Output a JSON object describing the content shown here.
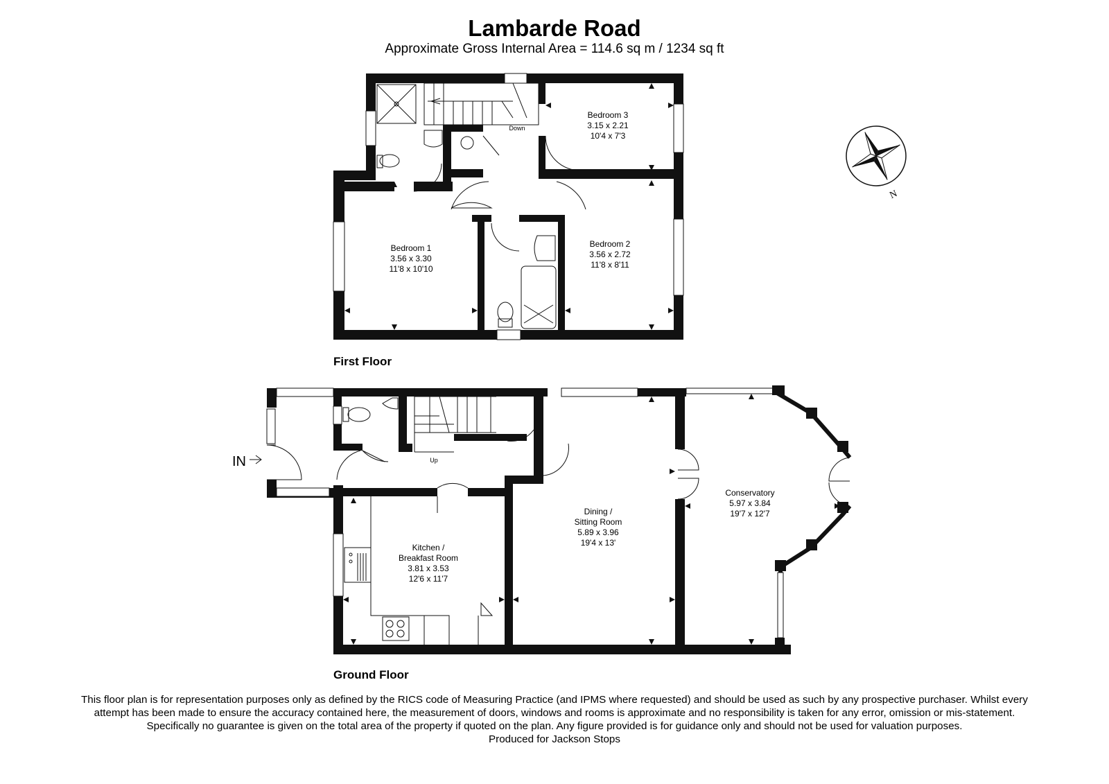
{
  "header": {
    "title": "Lambarde Road",
    "subtitle": "Approximate Gross Internal Area = 114.6 sq m / 1234 sq ft"
  },
  "floors": {
    "first": "First Floor",
    "ground": "Ground Floor"
  },
  "rooms": {
    "bedroom3": {
      "name": "Bedroom 3",
      "metric": "3.15 x 2.21",
      "imperial": "10'4 x 7'3"
    },
    "bedroom1": {
      "name": "Bedroom 1",
      "metric": "3.56 x 3.30",
      "imperial": "11'8 x 10'10"
    },
    "bedroom2": {
      "name": "Bedroom 2",
      "metric": "3.56 x 2.72",
      "imperial": "11'8 x 8'11"
    },
    "kitchen": {
      "name_line1": "Kitchen /",
      "name_line2": "Breakfast Room",
      "metric": "3.81 x 3.53",
      "imperial": "12'6 x 11'7"
    },
    "dining": {
      "name_line1": "Dining /",
      "name_line2": "Sitting Room",
      "metric": "5.89 x 3.96",
      "imperial": "19'4 x 13'"
    },
    "conservatory": {
      "name": "Conservatory",
      "metric": "5.97 x 3.84",
      "imperial": "19'7 x 12'7"
    }
  },
  "labels": {
    "down": "Down",
    "up": "Up",
    "entrance": "IN",
    "compass_north": "N"
  },
  "footer": {
    "disclaimer": "This floor plan is for representation purposes only as defined by the RICS code of Measuring Practice (and IPMS where requested) and should be used as such by any prospective purchaser. Whilst every attempt has been made to ensure the accuracy contained here, the measurement of doors, windows and rooms is approximate and no responsibility is taken for any error, omission or mis-statement. Specifically no guarantee is given on the total area of the property if quoted on the plan. Any figure provided is for guidance only and should not be used for valuation purposes.",
    "produced": "Produced for Jackson Stops"
  }
}
